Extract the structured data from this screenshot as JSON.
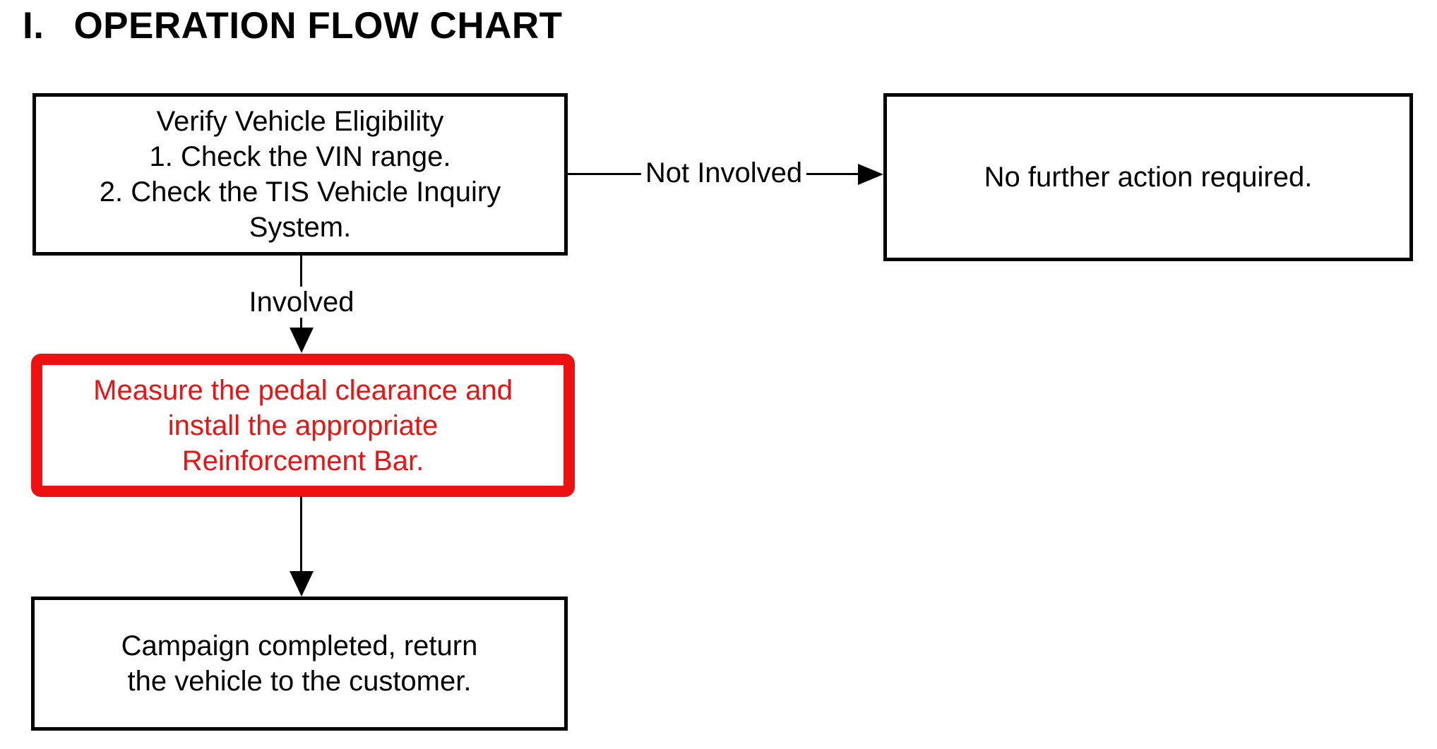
{
  "title": {
    "numeral": "I.",
    "label": "OPERATION FLOW CHART"
  },
  "boxes": {
    "verify": {
      "lines": [
        "Verify Vehicle Eligibility",
        "1. Check the VIN range.",
        "2. Check the TIS Vehicle Inquiry",
        "System."
      ]
    },
    "no_action": {
      "lines": [
        "No further action required."
      ]
    },
    "measure": {
      "lines": [
        "Measure the pedal clearance and",
        "install the appropriate",
        "Reinforcement Bar."
      ]
    },
    "complete": {
      "lines": [
        "Campaign completed, return",
        "the vehicle to the customer."
      ]
    }
  },
  "edge_labels": {
    "not_involved": "Not Involved",
    "involved": "Involved"
  },
  "colors": {
    "highlight_red": "#ee1111",
    "line_black": "#000000",
    "background": "#ffffff"
  }
}
